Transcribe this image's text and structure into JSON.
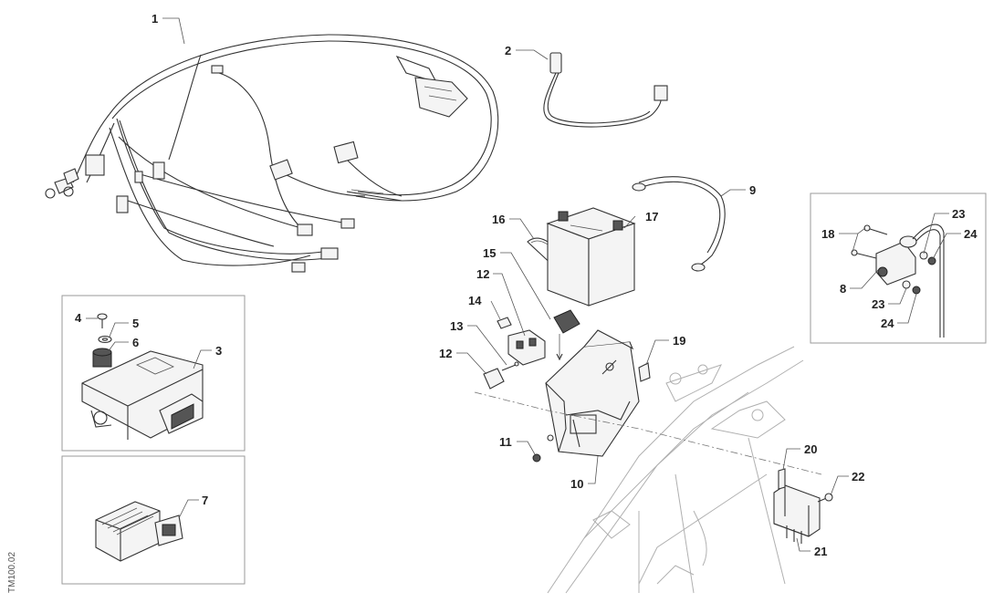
{
  "diagram": {
    "side_code": "TM100.02",
    "callouts": {
      "c1": "1",
      "c2": "2",
      "c3": "3",
      "c4": "4",
      "c5": "5",
      "c6": "6",
      "c7": "7",
      "c8": "8",
      "c9": "9",
      "c10": "10",
      "c11": "11",
      "c12a": "12",
      "c12b": "12",
      "c13": "13",
      "c14": "14",
      "c15": "15",
      "c16": "16",
      "c17": "17",
      "c18": "18",
      "c19": "19",
      "c20": "20",
      "c21": "21",
      "c22": "22",
      "c23a": "23",
      "c23b": "23",
      "c24a": "24",
      "c24b": "24"
    }
  }
}
